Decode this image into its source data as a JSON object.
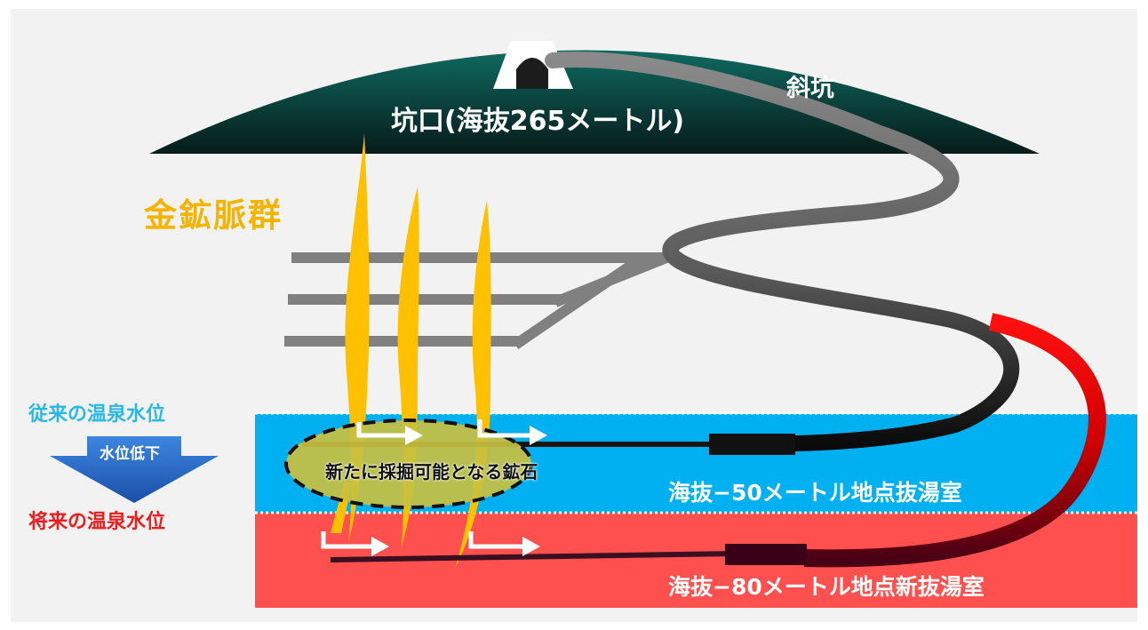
{
  "labels": {
    "entrance": "坑口(海抜265メートル)",
    "incline": "斜坑",
    "gold_veins": "金鉱脈群",
    "current_water_level": "従来の温泉水位",
    "water_level_drop": "水位低下",
    "future_water_level": "将来の温泉水位",
    "new_ore": "新たに採掘可能となる鉱石",
    "room_minus50": "海抜−50メートル地点抜湯室",
    "room_minus80": "海抜−80メートル地点新抜湯室"
  },
  "colors": {
    "mountain": "#0e4a44",
    "tunnel": "#808080",
    "gold_vein": "#ffc000",
    "current_water": "#00b0f0",
    "future_water": "#ff5050",
    "new_route": "#e60000",
    "ore_zone": "#c8c040",
    "arrow_blue": "#1f5fbf"
  }
}
